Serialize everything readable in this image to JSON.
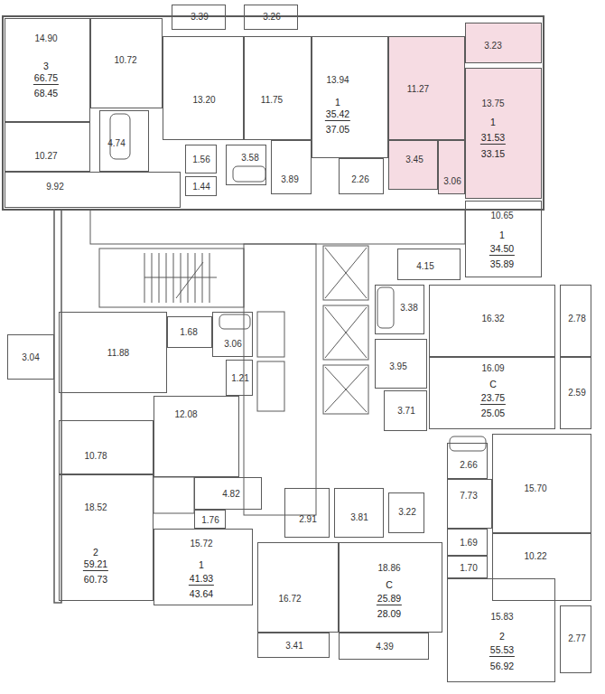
{
  "diagram": {
    "nodes": [
      {
        "text": [
          "14.90",
          "3",
          "66.75",
          "68.45"
        ]
      },
      {
        "text": [
          "3.39"
        ]
      },
      {
        "text": [
          "3.26"
        ]
      },
      {
        "text": [
          "10.72"
        ]
      },
      {
        "text": [
          "13.20"
        ]
      },
      {
        "text": [
          "11.75"
        ]
      },
      {
        "text": [
          "13.94",
          "1",
          "35.42",
          "37.05"
        ]
      },
      {
        "text": [
          "11.27"
        ]
      },
      {
        "text": [
          "3.23"
        ]
      },
      {
        "text": [
          "13.75",
          "1",
          "31.53",
          "33.15"
        ]
      },
      {
        "text": [
          "4.74"
        ]
      },
      {
        "text": [
          "10.27"
        ]
      },
      {
        "text": [
          "1.56"
        ]
      },
      {
        "text": [
          "3.58"
        ]
      },
      {
        "text": [
          "3.45"
        ]
      },
      {
        "text": [
          "3.06"
        ]
      },
      {
        "text": [
          "2.26"
        ]
      },
      {
        "text": [
          "3.89"
        ]
      },
      {
        "text": [
          "9.92"
        ]
      },
      {
        "text": [
          "1.44"
        ]
      },
      {
        "text": [
          "10.65",
          "1",
          "34.50",
          "35.89"
        ]
      },
      {
        "text": [
          "4.15"
        ]
      },
      {
        "text": [
          "3.38"
        ]
      },
      {
        "text": [
          "16.32"
        ]
      },
      {
        "text": [
          "2.78"
        ]
      },
      {
        "text": [
          "11.88"
        ]
      },
      {
        "text": [
          "1.68"
        ]
      },
      {
        "text": [
          "3.06"
        ]
      },
      {
        "text": [
          "3.04"
        ]
      },
      {
        "text": [
          "3.95"
        ]
      },
      {
        "text": [
          "16.09",
          "C",
          "23.75",
          "25.05"
        ]
      },
      {
        "text": [
          "2.59"
        ]
      },
      {
        "text": [
          "1.21"
        ]
      },
      {
        "text": [
          "3.71"
        ]
      },
      {
        "text": [
          "12.08"
        ]
      },
      {
        "text": [
          "10.78"
        ]
      },
      {
        "text": [
          "2.66"
        ]
      },
      {
        "text": [
          "15.70"
        ]
      },
      {
        "text": [
          "4.82"
        ]
      },
      {
        "text": [
          "7.73"
        ]
      },
      {
        "text": [
          "2.91"
        ]
      },
      {
        "text": [
          "3.81"
        ]
      },
      {
        "text": [
          "3.22"
        ]
      },
      {
        "text": [
          "18.52",
          "2",
          "59.21",
          "60.73"
        ]
      },
      {
        "text": [
          "1.76"
        ]
      },
      {
        "text": [
          "15.72",
          "1",
          "41.93",
          "43.64"
        ]
      },
      {
        "text": [
          "1.69"
        ]
      },
      {
        "text": [
          "10.22"
        ]
      },
      {
        "text": [
          "18.86",
          "C",
          "25.89",
          "28.09"
        ]
      },
      {
        "text": [
          "16.72"
        ]
      },
      {
        "text": [
          "1.70"
        ]
      },
      {
        "text": [
          "15.83",
          "2",
          "55.53",
          "56.92"
        ]
      },
      {
        "text": [
          "2.77"
        ]
      },
      {
        "text": [
          "3.41"
        ]
      },
      {
        "text": [
          "4.39"
        ]
      }
    ]
  }
}
